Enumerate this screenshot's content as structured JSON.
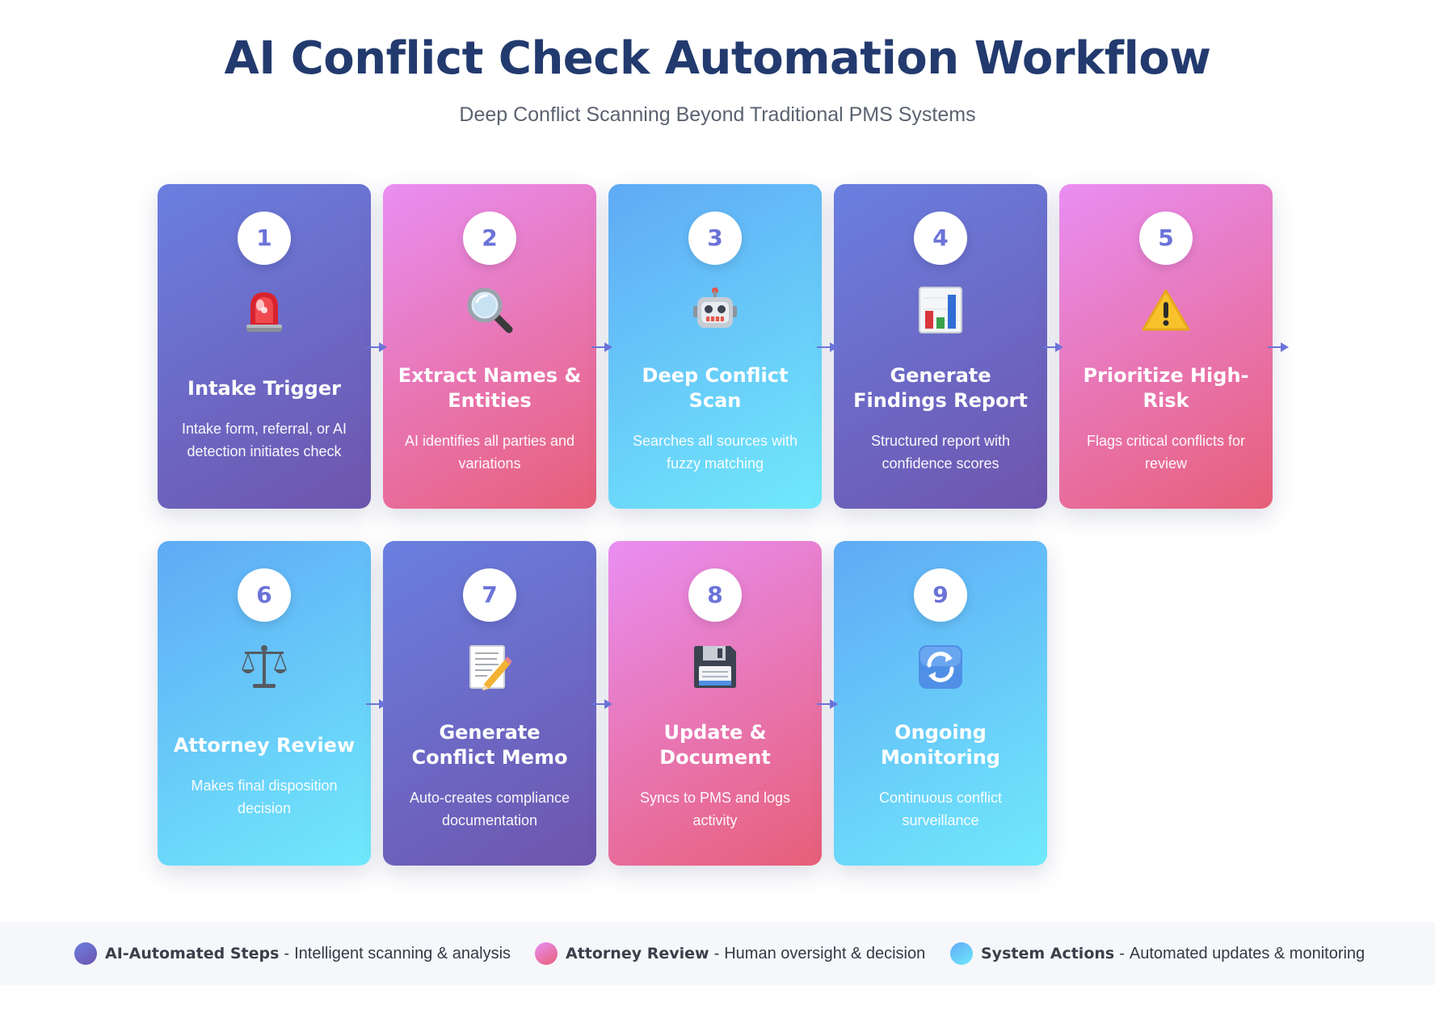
{
  "header": {
    "title": "AI Conflict Check Automation Workflow",
    "subtitle": "Deep Conflict Scanning Beyond Traditional PMS Systems"
  },
  "steps": [
    {
      "number": "1",
      "icon": "siren-icon",
      "title": "Intake Trigger",
      "description": "Intake form, referral, or AI detection initiates check",
      "category": "ai"
    },
    {
      "number": "2",
      "icon": "magnifying-glass-icon",
      "title": "Extract Names & Entities",
      "description": "AI identifies all parties and variations",
      "category": "attorney"
    },
    {
      "number": "3",
      "icon": "robot-icon",
      "title": "Deep Conflict Scan",
      "description": "Searches all sources with fuzzy matching",
      "category": "system"
    },
    {
      "number": "4",
      "icon": "bar-chart-icon",
      "title": "Generate Findings Report",
      "description": "Structured report with confidence scores",
      "category": "ai"
    },
    {
      "number": "5",
      "icon": "warning-icon",
      "title": "Prioritize High-Risk",
      "description": "Flags critical conflicts for review",
      "category": "attorney"
    },
    {
      "number": "6",
      "icon": "scales-icon",
      "title": "Attorney Review",
      "description": "Makes final disposition decision",
      "category": "system"
    },
    {
      "number": "7",
      "icon": "memo-icon",
      "title": "Generate Conflict Memo",
      "description": "Auto-creates compliance documentation",
      "category": "ai"
    },
    {
      "number": "8",
      "icon": "floppy-disk-icon",
      "title": "Update & Document",
      "description": "Syncs to PMS and logs activity",
      "category": "attorney"
    },
    {
      "number": "9",
      "icon": "refresh-icon",
      "title": "Ongoing Monitoring",
      "description": "Continuous conflict surveillance",
      "category": "system"
    }
  ],
  "legend": [
    {
      "name": "AI-Automated Steps",
      "separator": "-",
      "description": "Intelligent scanning & analysis",
      "color": "#6c6bd4"
    },
    {
      "name": "Attorney Review",
      "separator": "-",
      "description": "Human oversight & decision",
      "color": "#e777b0"
    },
    {
      "name": "System Actions",
      "separator": "-",
      "description": "Automated updates & monitoring",
      "color": "#62c3f8"
    }
  ],
  "colors": {
    "title": "#223a6e",
    "arrow": "#6b73d8",
    "ai_gradient": [
      "#6a7fe0",
      "#6e55ad"
    ],
    "attorney_gradient": [
      "#e98ef3",
      "#e75f78"
    ],
    "system_gradient": [
      "#5faaf6",
      "#70e9fb"
    ]
  }
}
